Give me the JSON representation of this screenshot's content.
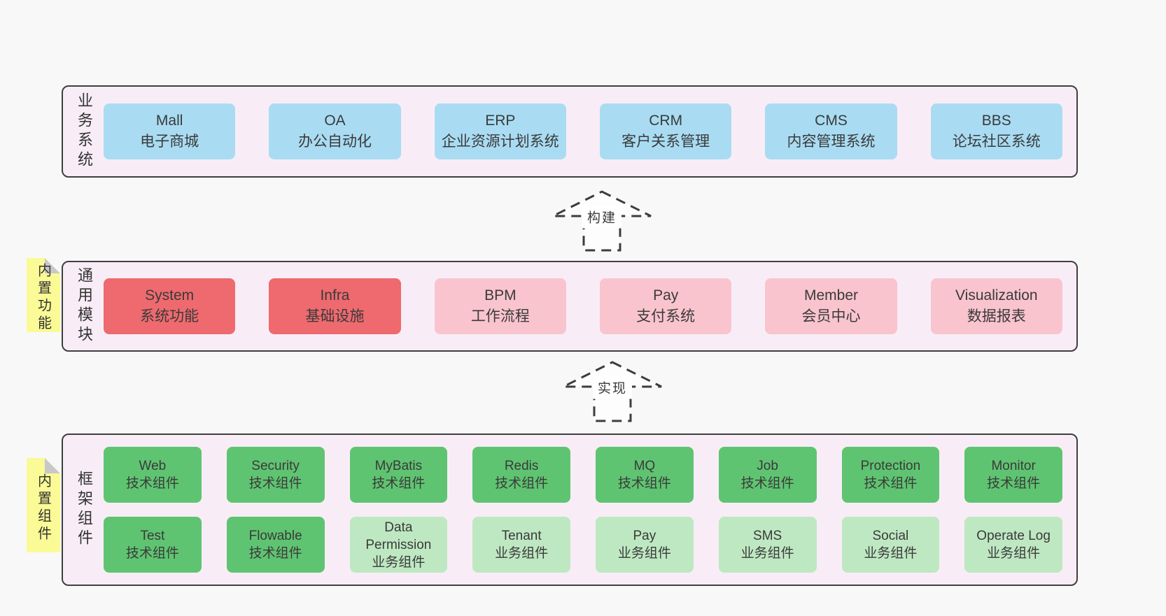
{
  "colors": {
    "background": "#f8f8f8",
    "layer_fill": "#f8edf6",
    "layer_border": "#3f3f3f",
    "blue": "#a9dcf3",
    "red": "#ee6a6e",
    "pink": "#f9c4ce",
    "green": "#5fc471",
    "lightgreen": "#bee8c2",
    "sticky_yellow": "#fafa96",
    "sticky_fold": "#c8c8c8",
    "arrow_stroke": "#3d3d3d",
    "arrow_fill": "#fdfdfd",
    "text": "#3a3a3a"
  },
  "arrows": [
    {
      "label": "构建"
    },
    {
      "label": "实现"
    }
  ],
  "layers": [
    {
      "id": "business",
      "label": "业务系统",
      "sticky": null,
      "boxes": [
        {
          "en": "Mall",
          "zh": "电子商城",
          "variant": "blue"
        },
        {
          "en": "OA",
          "zh": "办公自动化",
          "variant": "blue"
        },
        {
          "en": "ERP",
          "zh": "企业资源计划系统",
          "variant": "blue"
        },
        {
          "en": "CRM",
          "zh": "客户关系管理",
          "variant": "blue"
        },
        {
          "en": "CMS",
          "zh": "内容管理系统",
          "variant": "blue"
        },
        {
          "en": "BBS",
          "zh": "论坛社区系统",
          "variant": "blue"
        }
      ]
    },
    {
      "id": "modules",
      "label": "通用模块",
      "sticky": "内置功能",
      "boxes": [
        {
          "en": "System",
          "zh": "系统功能",
          "variant": "red"
        },
        {
          "en": "Infra",
          "zh": "基础设施",
          "variant": "red"
        },
        {
          "en": "BPM",
          "zh": "工作流程",
          "variant": "pink"
        },
        {
          "en": "Pay",
          "zh": "支付系统",
          "variant": "pink"
        },
        {
          "en": "Member",
          "zh": "会员中心",
          "variant": "pink"
        },
        {
          "en": "Visualization",
          "zh": "数据报表",
          "variant": "pink"
        }
      ]
    },
    {
      "id": "framework",
      "label": "框架组件",
      "sticky": "内置组件",
      "boxes": [
        {
          "en": "Web",
          "zh": "技术组件",
          "variant": "green"
        },
        {
          "en": "Security",
          "zh": "技术组件",
          "variant": "green"
        },
        {
          "en": "MyBatis",
          "zh": "技术组件",
          "variant": "green"
        },
        {
          "en": "Redis",
          "zh": "技术组件",
          "variant": "green"
        },
        {
          "en": "MQ",
          "zh": "技术组件",
          "variant": "green"
        },
        {
          "en": "Job",
          "zh": "技术组件",
          "variant": "green"
        },
        {
          "en": "Protection",
          "zh": "技术组件",
          "variant": "green"
        },
        {
          "en": "Monitor",
          "zh": "技术组件",
          "variant": "green"
        },
        {
          "en": "Test",
          "zh": "技术组件",
          "variant": "green"
        },
        {
          "en": "Flowable",
          "zh": "技术组件",
          "variant": "green"
        },
        {
          "en": "Data Permission",
          "zh": "业务组件",
          "variant": "lightgreen"
        },
        {
          "en": "Tenant",
          "zh": "业务组件",
          "variant": "lightgreen"
        },
        {
          "en": "Pay",
          "zh": "业务组件",
          "variant": "lightgreen"
        },
        {
          "en": "SMS",
          "zh": "业务组件",
          "variant": "lightgreen"
        },
        {
          "en": "Social",
          "zh": "业务组件",
          "variant": "lightgreen"
        },
        {
          "en": "Operate Log",
          "zh": "业务组件",
          "variant": "lightgreen"
        }
      ]
    }
  ]
}
